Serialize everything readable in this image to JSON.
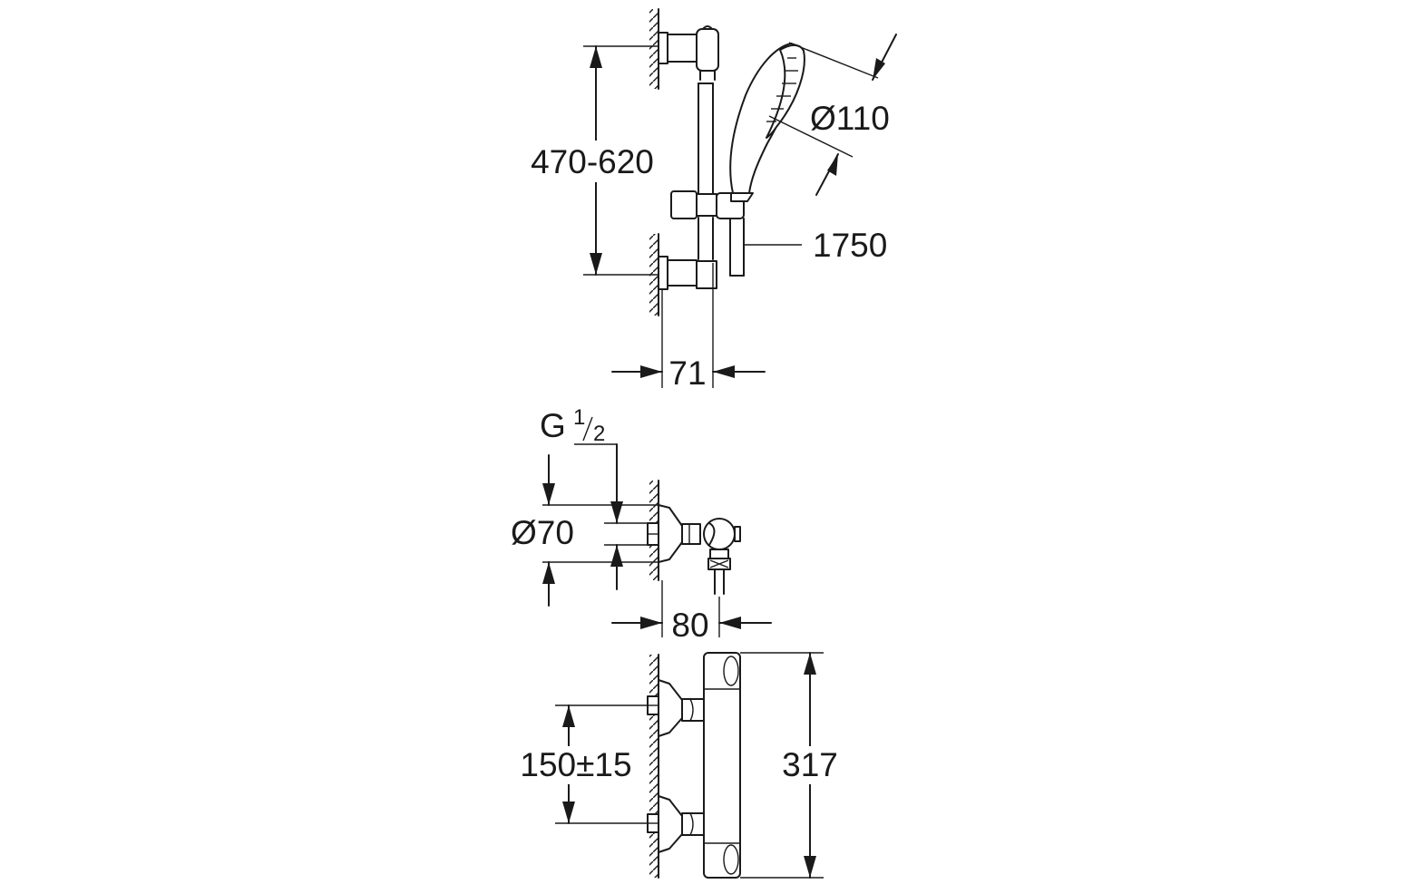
{
  "dimensions": {
    "rail_height": "470-620",
    "handshower_diameter": "Ø110",
    "hose_length": "1750",
    "rail_depth": "71",
    "thread": {
      "letter": "G",
      "num": "1",
      "den": "2"
    },
    "rosette_diameter": "Ø70",
    "valve_depth": "80",
    "inlet_spacing": "150±15",
    "thermostat_height": "317"
  },
  "colors": {
    "ink": "#1a1a1a",
    "paper": "#ffffff"
  }
}
